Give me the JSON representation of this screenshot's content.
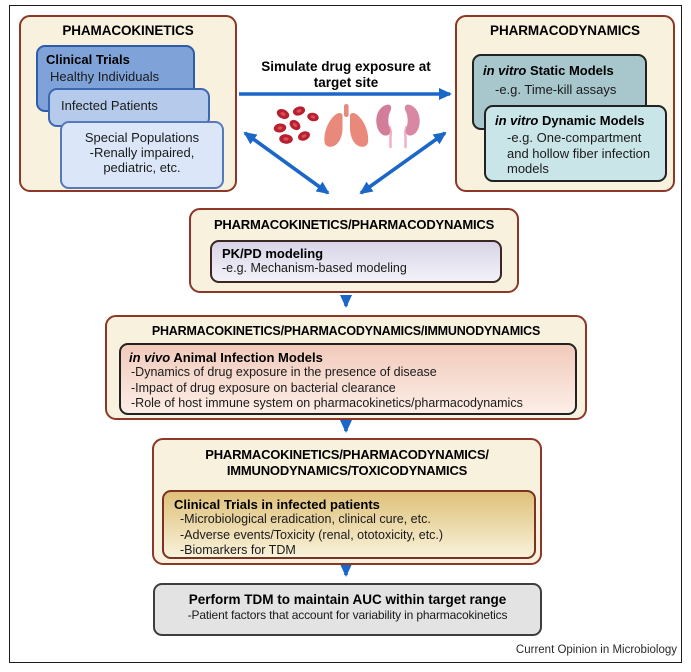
{
  "figure": {
    "footer_credit": "Current Opinion in Microbiology"
  },
  "colors": {
    "arrow_blue": "#1b67c8",
    "outer_box_border": "#8c3727",
    "outer_box_bg": "#f7f1de",
    "blood_cell_red": "#b81f2f",
    "lungs_salmon": "#e8897b",
    "kidney_pink": "#d37e98",
    "frame_black": "#1c1c1c"
  },
  "pk_box": {
    "title": "PHAMACOKINETICS",
    "clinical": {
      "heading": "Clinical Trials",
      "line": "Healthy Individuals"
    },
    "infected": {
      "line": "Infected Patients"
    },
    "special": {
      "lines": [
        "Special Populations",
        "-Renally impaired,",
        "pediatric, etc."
      ]
    }
  },
  "center": {
    "heading_lines": [
      "Simulate drug exposure at",
      "target site"
    ],
    "icons": [
      "red-blood-cells",
      "lungs",
      "kidneys"
    ]
  },
  "pd_box": {
    "title": "PHARMACODYNAMICS",
    "static": {
      "heading_italic": "in vitro",
      "heading_rest": " Static Models",
      "lines": [
        "-e.g. Time-kill assays"
      ]
    },
    "dynamic": {
      "heading_italic": "in vitro",
      "heading_rest": " Dynamic Models",
      "lines": [
        "-e.g. One-compartment",
        "and hollow fiber infection",
        "models"
      ]
    }
  },
  "pkpd_box": {
    "title": "PHARMACOKINETICS/PHARMACODYNAMICS",
    "inner": {
      "heading": "PK/PD modeling",
      "lines": [
        "-e.g. Mechanism-based modeling"
      ]
    }
  },
  "immuno_box": {
    "title": "PHARMACOKINETICS/PHARMACODYNAMICS/IMMUNODYNAMICS",
    "inner": {
      "heading_italic": "in vivo",
      "heading_rest": " Animal Infection Models",
      "lines": [
        "-Dynamics of drug exposure in the presence of disease",
        "-Impact of drug exposure on bacterial clearance",
        "-Role of host immune system on pharmacokinetics/pharmacodynamics"
      ]
    }
  },
  "toxico_box": {
    "title_lines": [
      "PHARMACOKINETICS/PHARMACODYNAMICS/",
      "IMMUNODYNAMICS/TOXICODYNAMICS"
    ],
    "inner": {
      "heading": "Clinical Trials in infected patients",
      "lines": [
        "-Microbiological eradication, clinical cure, etc.",
        "-Adverse events/Toxicity (renal, ototoxicity, etc.)",
        "-Biomarkers for TDM"
      ]
    }
  },
  "tdm_box": {
    "heading": "Perform TDM to maintain AUC within target range",
    "line": "-Patient factors that account for variability in pharmacokinetics"
  }
}
